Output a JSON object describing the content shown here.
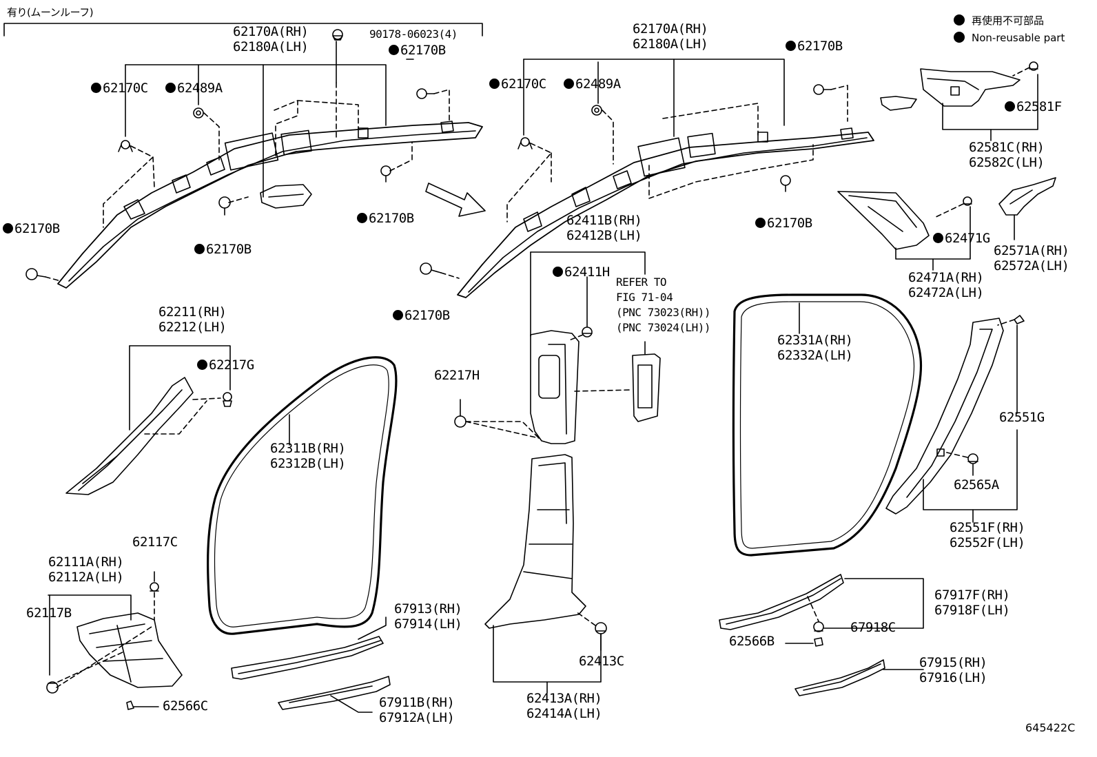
{
  "header": {
    "note": "有り(ムーンルーフ)"
  },
  "legend": {
    "ja": "再使用不可部品",
    "en": "Non-reusable part"
  },
  "figure_id": "645422C",
  "labels": {
    "l1": "62170A(RH)",
    "l2": "62180A(LH)",
    "l3": "90178-06023(4)",
    "l4": "62170B",
    "l5": "62170C",
    "l6": "62489A",
    "l7": "62170B",
    "l8": "62170B",
    "l9": "62170B",
    "m1": "62170A(RH)",
    "m2": "62180A(LH)",
    "m3": "62170B",
    "m4": "62170C",
    "m5": "62489A",
    "m6": "62170B",
    "m7": "62170B",
    "r1": "62581F",
    "r2": "62581C(RH)",
    "r3": "62582C(LH)",
    "r4": "62471G",
    "r5": "62471A(RH)",
    "r6": "62472A(LH)",
    "r7": "62571A(RH)",
    "r8": "62572A(LH)",
    "b1": "62411B(RH)",
    "b2": "62412B(LH)",
    "b3": "62411H",
    "ref1": "REFER TO",
    "ref2": "FIG 71-04",
    "ref3": "(PNC 73023(RH))",
    "ref4": "(PNC 73024(LH))",
    "a1": "62211(RH)",
    "a2": "62212(LH)",
    "a3": "62217G",
    "a4": "62217H",
    "w1": "62311B(RH)",
    "w2": "62312B(LH)",
    "w3": "62331A(RH)",
    "w4": "62332A(LH)",
    "c1": "62551G",
    "c2": "62565A",
    "c3": "62551F(RH)",
    "c4": "62552F(LH)",
    "k1": "62117C",
    "k2": "62111A(RH)",
    "k3": "62112A(LH)",
    "k4": "62117B",
    "k5": "62566C",
    "s1": "67913(RH)",
    "s2": "67914(LH)",
    "s3": "67911B(RH)",
    "s4": "67912A(LH)",
    "p1": "62413C",
    "p2": "62413A(RH)",
    "p3": "62414A(LH)",
    "s5": "67917F(RH)",
    "s6": "67918F(LH)",
    "s7": "67918C",
    "s8": "62566B",
    "s9": "67915(RH)",
    "s10": "67916(LH)"
  }
}
